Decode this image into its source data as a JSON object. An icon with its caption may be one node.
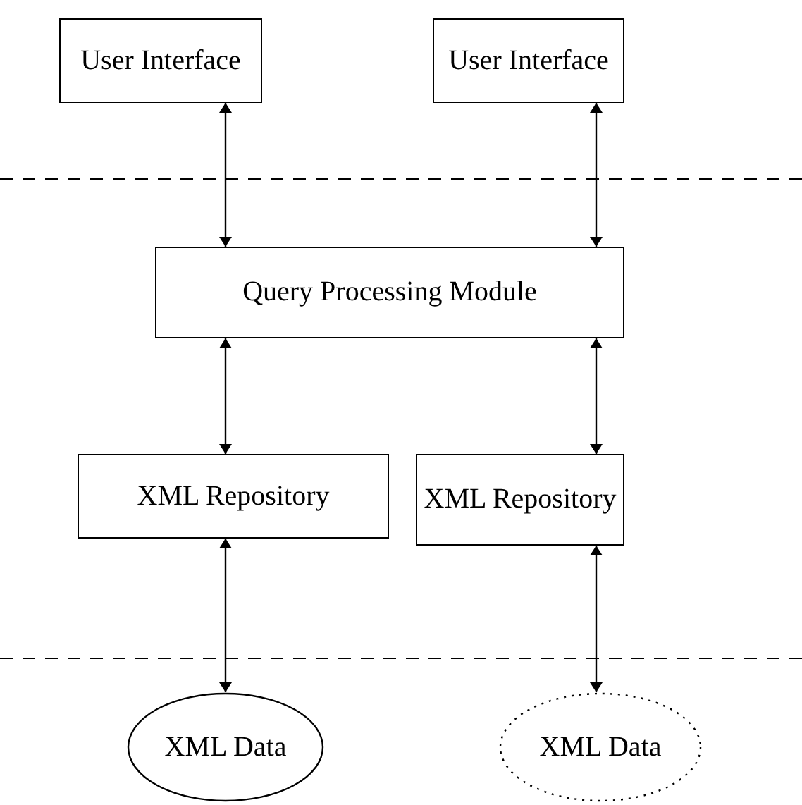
{
  "diagram": {
    "nodes": [
      {
        "text": [
          "User Interface"
        ]
      },
      {
        "text": [
          "User Interface"
        ]
      },
      {
        "text": [
          "Query Processing Module"
        ]
      },
      {
        "text": [
          "XML Repository"
        ]
      },
      {
        "text": [
          "XML Repository"
        ]
      },
      {
        "text": [
          "XML Data"
        ]
      },
      {
        "text": [
          "XML Data"
        ]
      }
    ],
    "edges": [
      {
        "from": 0,
        "to": 2,
        "arrow": "both"
      },
      {
        "from": 1,
        "to": 2,
        "arrow": "both"
      },
      {
        "from": 2,
        "to": 3,
        "arrow": "both"
      },
      {
        "from": 2,
        "to": 4,
        "arrow": "both"
      },
      {
        "from": 3,
        "to": 5,
        "arrow": "both"
      },
      {
        "from": 4,
        "to": 6,
        "arrow": "both"
      }
    ]
  }
}
